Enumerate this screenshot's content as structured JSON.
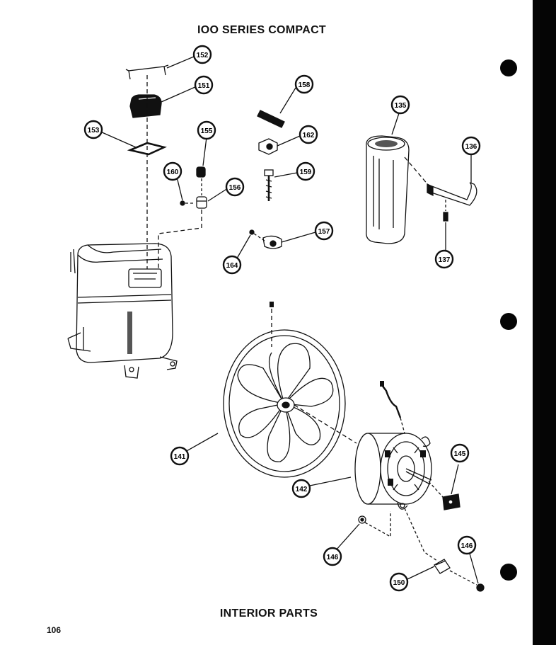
{
  "header": {
    "title": "IOO SERIES COMPACT"
  },
  "footer": {
    "caption": "INTERIOR PARTS",
    "page_number": "106"
  },
  "callouts": {
    "c152": "152",
    "c151": "151",
    "c153": "153",
    "c155": "155",
    "c160": "160",
    "c156": "156",
    "c158": "158",
    "c162": "162",
    "c159": "159",
    "c157": "157",
    "c164": "164",
    "c135": "135",
    "c136": "136",
    "c137": "137",
    "c141": "141",
    "c142": "142",
    "c145": "145",
    "c146a": "146",
    "c146b": "146",
    "c150": "150"
  }
}
